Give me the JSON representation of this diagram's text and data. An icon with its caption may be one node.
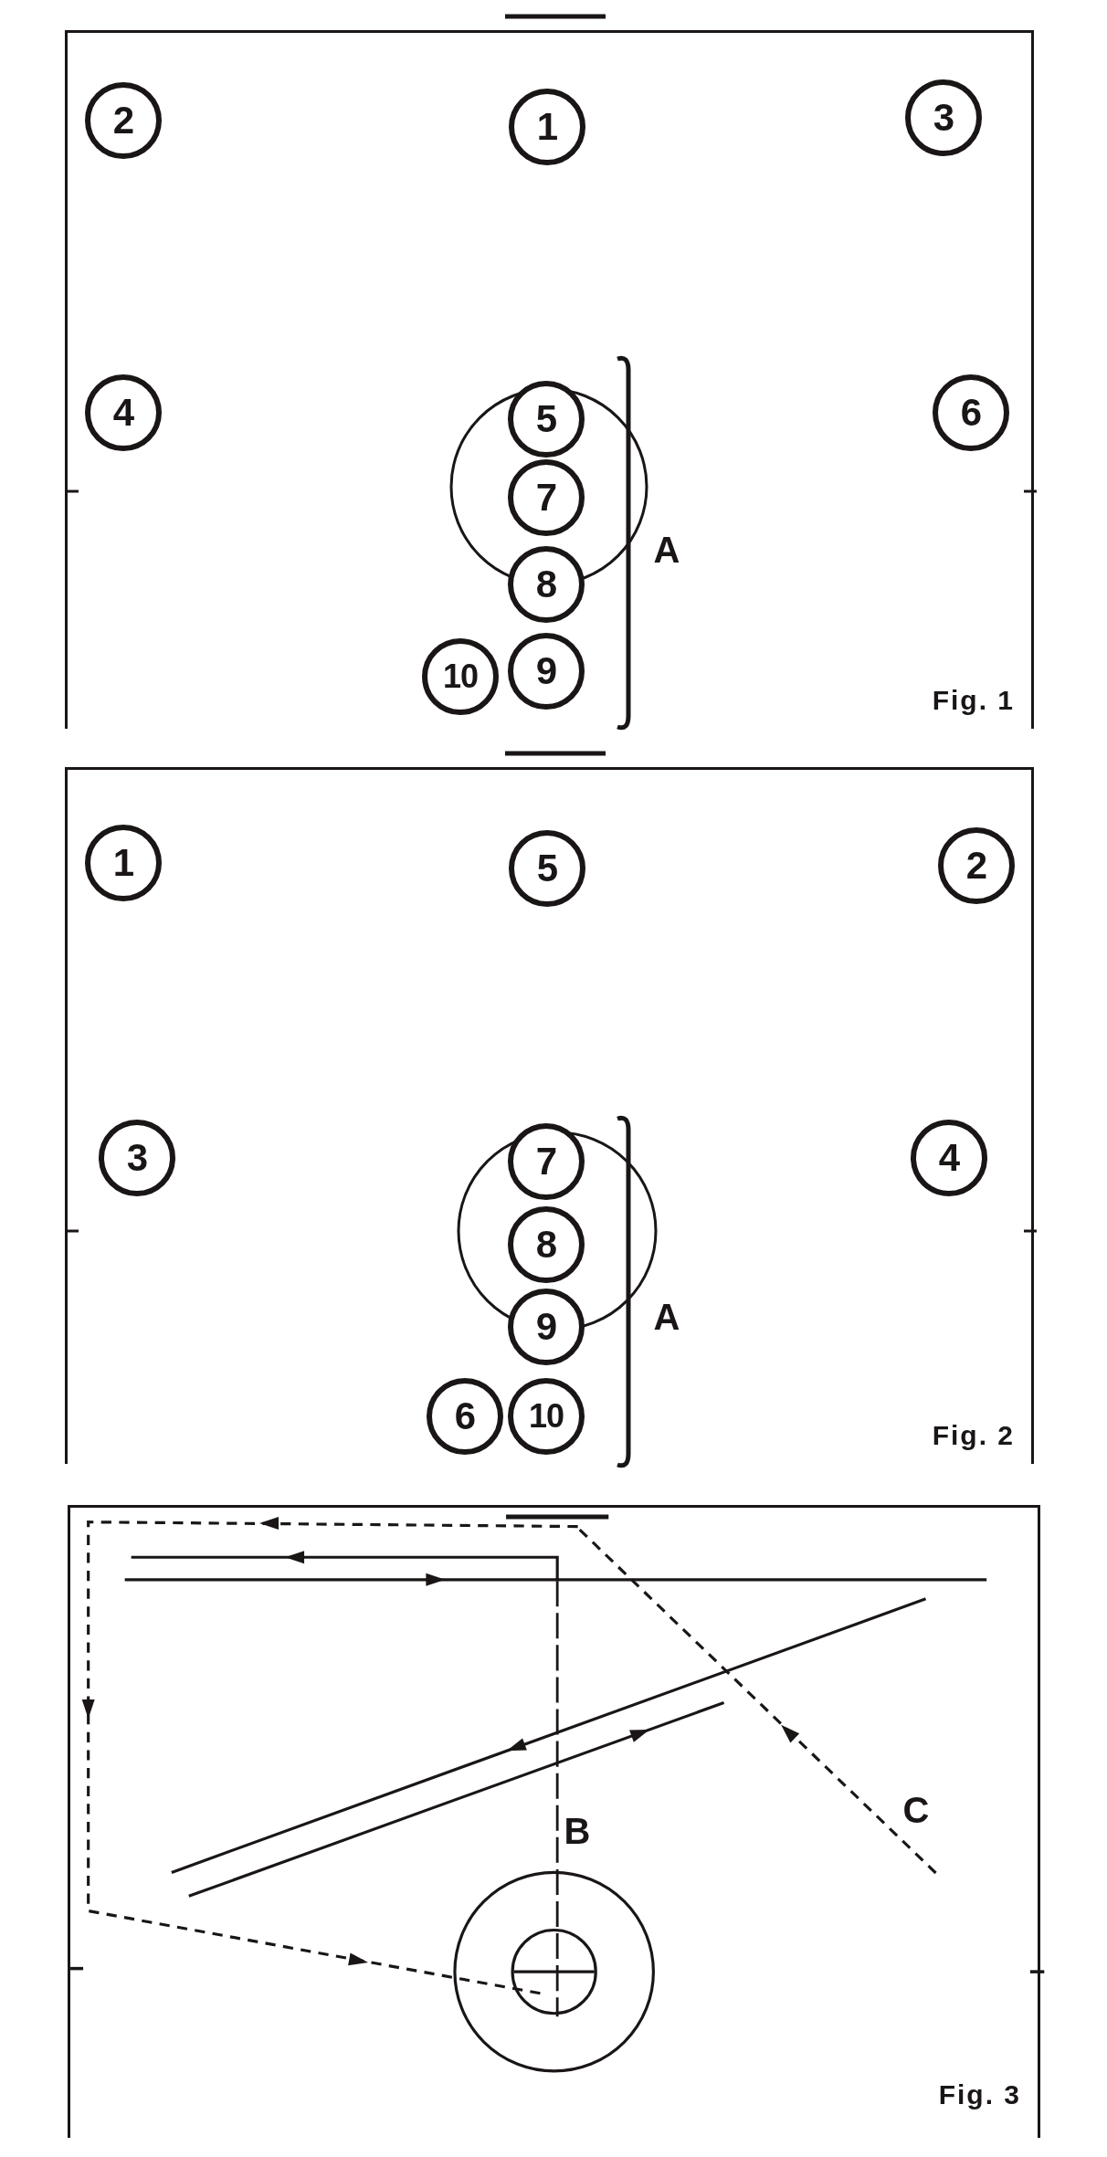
{
  "diagram": {
    "nodes": [
      {
        "text": [
          "Fig. 1"
        ]
      },
      {
        "text": [
          "2"
        ],
        "in": 0
      },
      {
        "text": [
          "1"
        ],
        "in": 0
      },
      {
        "text": [
          "3"
        ],
        "in": 0
      },
      {
        "text": [
          "4"
        ],
        "in": 0
      },
      {
        "text": [
          "5"
        ],
        "in": 0
      },
      {
        "text": [
          "6"
        ],
        "in": 0
      },
      {
        "text": [
          "7"
        ],
        "in": 0
      },
      {
        "text": [
          "8"
        ],
        "in": 0
      },
      {
        "text": [
          "10"
        ],
        "in": 0
      },
      {
        "text": [
          "9"
        ],
        "in": 0
      },
      {
        "text": [
          "Fig. 2"
        ]
      },
      {
        "text": [
          "1"
        ],
        "in": 11
      },
      {
        "text": [
          "5"
        ],
        "in": 11
      },
      {
        "text": [
          "2"
        ],
        "in": 11
      },
      {
        "text": [
          "3"
        ],
        "in": 11
      },
      {
        "text": [
          "7"
        ],
        "in": 11
      },
      {
        "text": [
          "4"
        ],
        "in": 11
      },
      {
        "text": [
          "8"
        ],
        "in": 11
      },
      {
        "text": [
          "9"
        ],
        "in": 11
      },
      {
        "text": [
          "6"
        ],
        "in": 11
      },
      {
        "text": [
          "10"
        ],
        "in": 11
      },
      {
        "text": [
          "Fig. 3"
        ]
      }
    ],
    "labels": [
      "A",
      "A",
      "B",
      "C"
    ]
  }
}
